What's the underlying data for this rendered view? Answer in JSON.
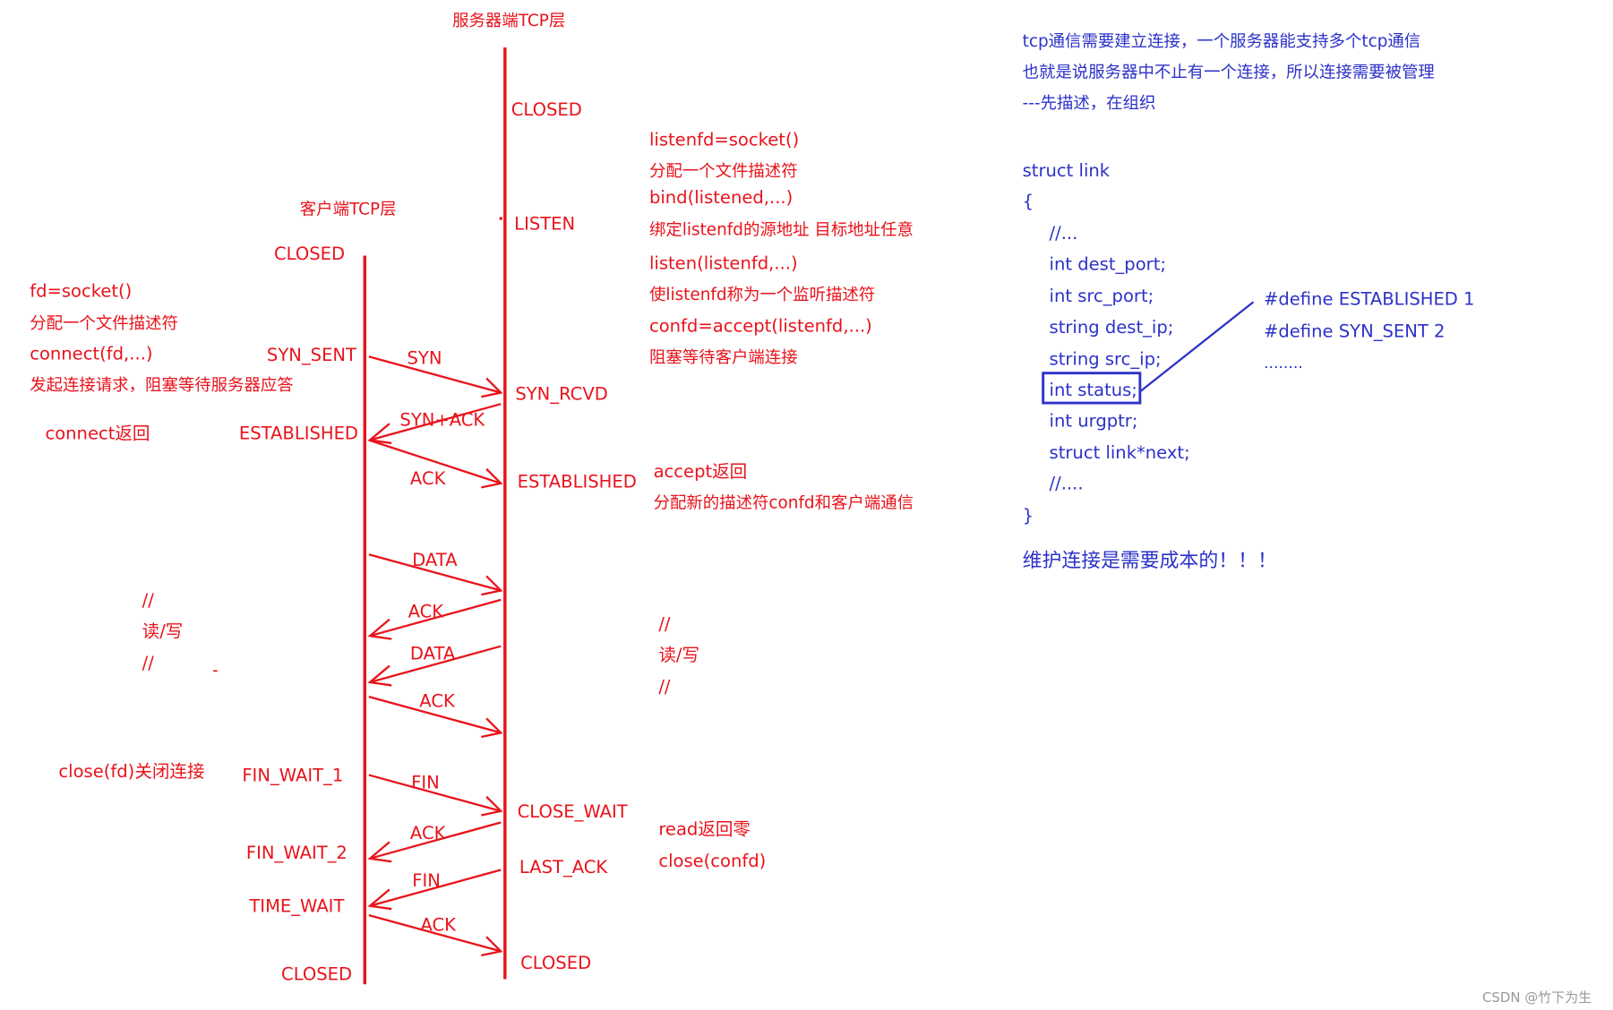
{
  "colors": {
    "red": "#e8131b",
    "blue": "#2c32c8",
    "watermark": "#9a9a9a"
  },
  "headers": {
    "server": "服务器端TCP层",
    "client": "客户端TCP层"
  },
  "server_states": {
    "closed_top": "CLOSED",
    "listen": "LISTEN",
    "syn_rcvd": "SYN_RCVD",
    "established": "ESTABLISHED",
    "close_wait": "CLOSE_WAIT",
    "last_ack": "LAST_ACK",
    "closed_bottom": "CLOSED"
  },
  "client_states": {
    "closed_top": "CLOSED",
    "syn_sent": "SYN_SENT",
    "established": "ESTABLISHED",
    "fin_wait_1": "FIN_WAIT_1",
    "fin_wait_2": "FIN_WAIT_2",
    "time_wait": "TIME_WAIT",
    "closed_bottom": "CLOSED"
  },
  "packets": {
    "syn": "SYN",
    "syn_ack": "SYN+ACK",
    "ack1": "ACK",
    "data1": "DATA",
    "ack2": "ACK",
    "data2": "DATA",
    "ack3": "ACK",
    "fin1": "FIN",
    "ack4": "ACK",
    "fin2": "FIN",
    "ack5": "ACK"
  },
  "client_notes": {
    "socket": "fd=socket()",
    "alloc": "分配一个文件描述符",
    "connect": "connect(fd,...)",
    "connect_desc": "发起连接请求，阻塞等待服务器应答",
    "connect_ret": "connect返回",
    "rw1": "//",
    "rw2": "读/写",
    "rw3": "//",
    "close": "close(fd)关闭连接"
  },
  "server_notes": {
    "socket": "listenfd=socket()",
    "alloc": "分配一个文件描述符",
    "bind": "bind(listened,...)",
    "bind_desc": "绑定listenfd的源地址 目标地址任意",
    "listen": "listen(listenfd,...)",
    "listen_desc": "使listenfd称为一个监听描述符",
    "accept": "confd=accept(listenfd,...)",
    "accept_desc": "阻塞等待客户端连接",
    "accept_ret": "accept返回",
    "accept_ret_desc": "分配新的描述符confd和客户端通信",
    "rw1": "//",
    "rw2": "读/写",
    "rw3": "//",
    "read_zero": "read返回零",
    "close": "close(confd)"
  },
  "code": {
    "intro1": "tcp通信需要建立连接，一个服务器能支持多个tcp通信",
    "intro2": "也就是说服务器中不止有一个连接，所以连接需要被管理",
    "intro3": "---先描述，在组织",
    "lines": [
      "struct link",
      "{",
      "//...",
      "int dest_port;",
      "int src_port;",
      "string dest_ip;",
      "string src_ip;",
      "int status;",
      "int urgptr;",
      "struct link*next;",
      "//....",
      "}"
    ],
    "define1": "#define ESTABLISHED 1",
    "define2": "#define SYN_SENT 2",
    "ellipsis": "........",
    "cost": "维护连接是需要成本的！！！"
  },
  "watermark": "CSDN @竹下为生"
}
